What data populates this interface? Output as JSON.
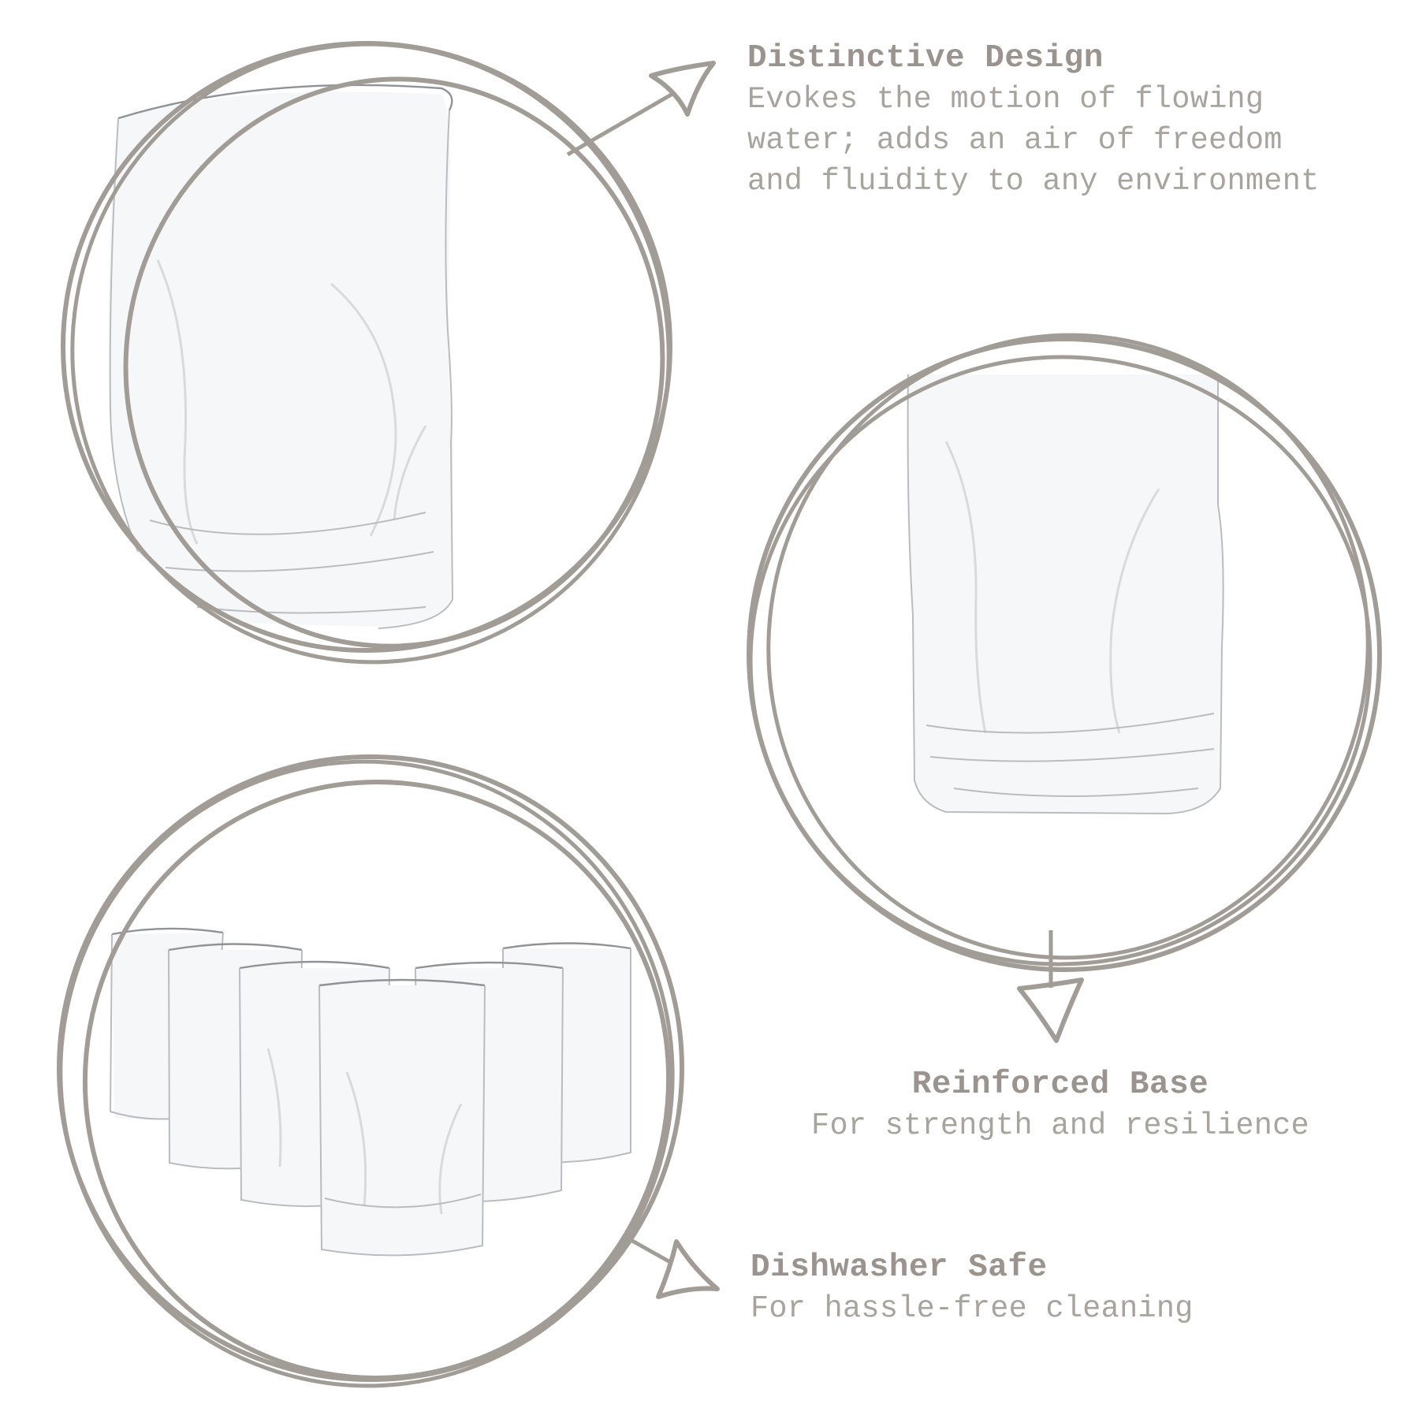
{
  "theme": {
    "background": "#ffffff",
    "stroke_color": "#a29c96",
    "title_color": "#9b948e",
    "text_color": "#a9a39d"
  },
  "features": {
    "design": {
      "title": "Distinctive Design",
      "lines": [
        "Evokes the motion of flowing",
        "water; adds an air of freedom",
        "and fluidity to any environment"
      ],
      "image": "single-glass-closeup",
      "arrow_direction": "up-right"
    },
    "base": {
      "title": "Reinforced Base",
      "lines": [
        "For strength and resilience"
      ],
      "image": "glass-base-closeup",
      "arrow_direction": "down"
    },
    "dishwasher": {
      "title": "Dishwasher Safe",
      "lines": [
        "For hassle-free cleaning"
      ],
      "image": "set-of-six-glasses",
      "arrow_direction": "down-right"
    }
  }
}
